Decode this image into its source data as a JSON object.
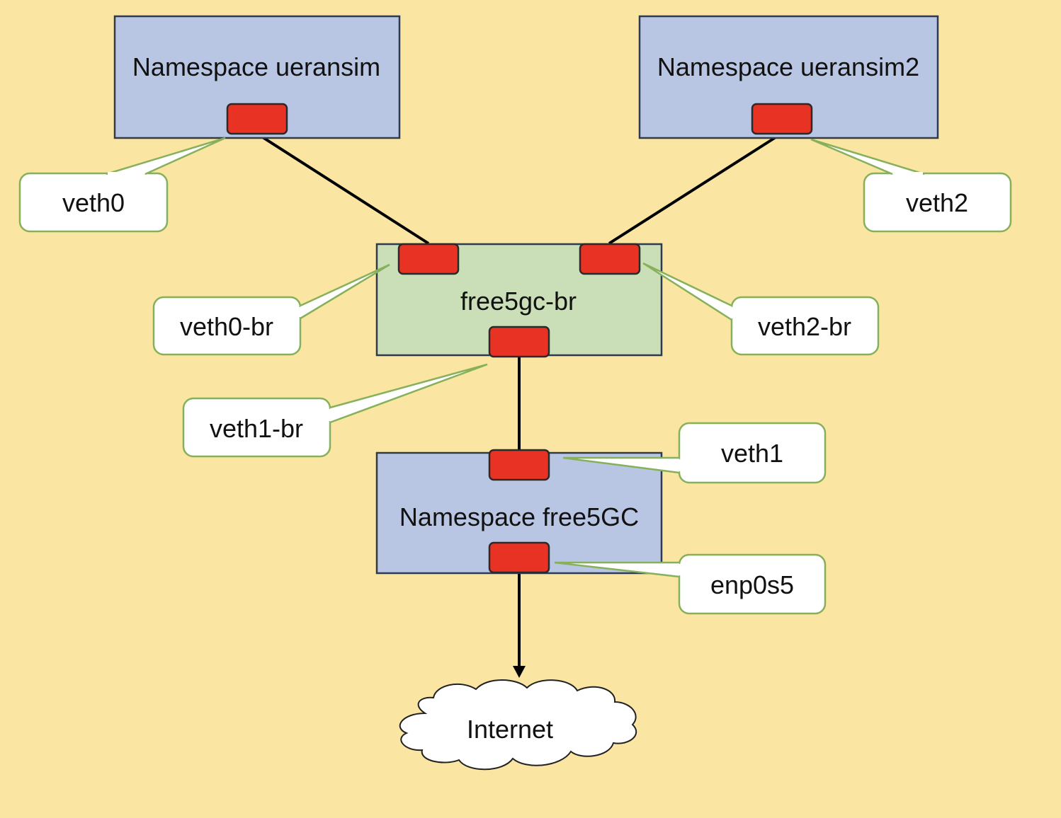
{
  "namespaces": {
    "ueransim": "Namespace ueransim",
    "ueransim2": "Namespace ueransim2",
    "free5gc": "Namespace free5GC"
  },
  "bridge": {
    "label": "free5gc-br"
  },
  "interfaces": {
    "veth0": "veth0",
    "veth2": "veth2",
    "veth0_br": "veth0-br",
    "veth2_br": "veth2-br",
    "veth1_br": "veth1-br",
    "veth1": "veth1",
    "enp0s5": "enp0s5"
  },
  "cloud": {
    "label": "Internet"
  },
  "colors": {
    "background": "#fae5a3",
    "namespace_fill": "#b8c6e3",
    "bridge_fill": "#cadfb8",
    "port_fill": "#e83224",
    "callout_border": "#86b15a"
  }
}
